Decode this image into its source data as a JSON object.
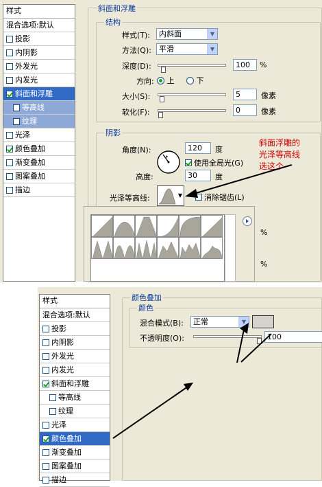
{
  "top": {
    "sidebar": {
      "header": "样式",
      "items": [
        {
          "label": "混合选项:默认",
          "check": "none",
          "state": "normal"
        },
        {
          "label": "投影",
          "check": "off",
          "state": "normal"
        },
        {
          "label": "内阴影",
          "check": "off",
          "state": "normal"
        },
        {
          "label": "外发光",
          "check": "off",
          "state": "normal"
        },
        {
          "label": "内发光",
          "check": "off",
          "state": "normal"
        },
        {
          "label": "斜面和浮雕",
          "check": "on",
          "state": "selected"
        },
        {
          "label": "等高线",
          "check": "off",
          "state": "subselected"
        },
        {
          "label": "纹理",
          "check": "off",
          "state": "subselected"
        },
        {
          "label": "光泽",
          "check": "off",
          "state": "normal"
        },
        {
          "label": "颜色叠加",
          "check": "on",
          "state": "normal"
        },
        {
          "label": "渐变叠加",
          "check": "off",
          "state": "normal"
        },
        {
          "label": "图案叠加",
          "check": "off",
          "state": "normal"
        },
        {
          "label": "描边",
          "check": "off",
          "state": "normal"
        }
      ]
    },
    "bevel": {
      "title": "斜面和浮雕",
      "structure": {
        "title": "结构",
        "style_label": "样式(T):",
        "style_value": "内斜面",
        "technique_label": "方法(Q):",
        "technique_value": "平滑",
        "depth_label": "深度(D):",
        "depth_value": "100",
        "depth_unit": "%",
        "depth_level": 0.04,
        "direction_label": "方向:",
        "direction_up": "上",
        "direction_down": "下",
        "size_label": "大小(S):",
        "size_value": "5",
        "size_unit": "像素",
        "size_level": 0.02,
        "soften_label": "软化(F):",
        "soften_value": "0",
        "soften_unit": "像素",
        "soften_level": 0.0
      },
      "shading": {
        "title": "阴影",
        "angle_label": "角度(N):",
        "angle_value": "120",
        "angle_unit": "度",
        "global_light_label": "使用全局光(G)",
        "altitude_label": "高度:",
        "altitude_value": "30",
        "altitude_unit": "度",
        "gloss_label": "光泽等高线:",
        "antialias_label": "消除锯齿(L)"
      },
      "obscured_unit_1": "%",
      "obscured_unit_2": "%"
    },
    "annotation": {
      "line1": "斜面浮雕的",
      "line2": "光泽等高线",
      "line3": "选这个"
    },
    "contour_picker": {
      "menu_icon": "right-arrow-circle-icon"
    }
  },
  "bottom": {
    "sidebar": {
      "header": "样式",
      "items": [
        {
          "label": "混合选项:默认",
          "check": "none",
          "state": "normal"
        },
        {
          "label": "投影",
          "check": "off",
          "state": "normal"
        },
        {
          "label": "内阴影",
          "check": "off",
          "state": "normal"
        },
        {
          "label": "外发光",
          "check": "off",
          "state": "normal"
        },
        {
          "label": "内发光",
          "check": "off",
          "state": "normal"
        },
        {
          "label": "斜面和浮雕",
          "check": "on",
          "state": "normal"
        },
        {
          "label": "等高线",
          "check": "off",
          "state": "sub"
        },
        {
          "label": "纹理",
          "check": "off",
          "state": "sub"
        },
        {
          "label": "光泽",
          "check": "off",
          "state": "normal"
        },
        {
          "label": "颜色叠加",
          "check": "on",
          "state": "selected"
        },
        {
          "label": "渐变叠加",
          "check": "off",
          "state": "normal"
        },
        {
          "label": "图案叠加",
          "check": "off",
          "state": "normal"
        },
        {
          "label": "描边",
          "check": "off",
          "state": "normal"
        }
      ]
    },
    "color_overlay": {
      "title": "颜色叠加",
      "color_group": "颜色",
      "blend_label": "混合模式(B):",
      "blend_value": "正常",
      "opacity_label": "不透明度(O):",
      "opacity_value": "100",
      "opacity_level": 1.0,
      "swatch_color": "#d6d3ce"
    }
  },
  "colors": {
    "panel": "#ece9d8",
    "selection": "#316ac5",
    "subselection": "#8ea8d8",
    "annotation_text": "#cc0000",
    "contour_fill": "#a8a59a"
  }
}
